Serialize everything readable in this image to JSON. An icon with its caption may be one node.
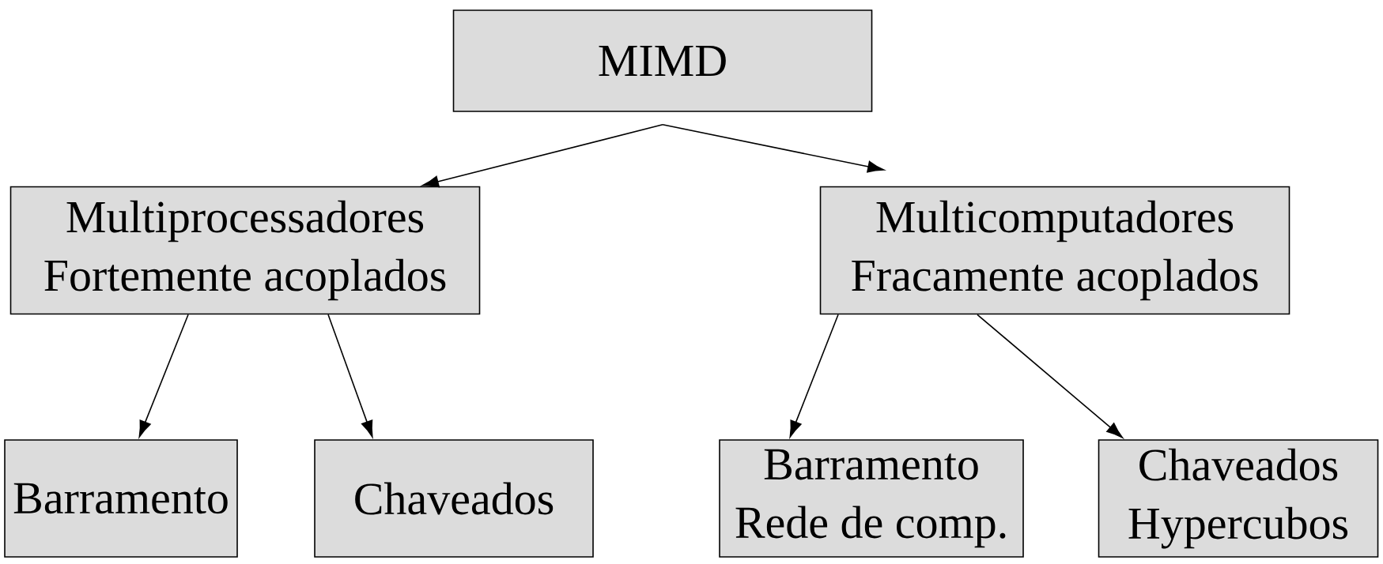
{
  "diagram": {
    "nodes": [
      {
        "text": [
          "MIMD"
        ]
      },
      {
        "text": [
          "Multiprocessadores",
          "Fortemente acoplados"
        ]
      },
      {
        "text": [
          "Multicomputadores",
          "Fracamente acoplados"
        ]
      },
      {
        "text": [
          "Barramento"
        ]
      },
      {
        "text": [
          "Chaveados"
        ]
      },
      {
        "text": [
          "Barramento",
          "Rede de comp."
        ]
      },
      {
        "text": [
          "Chaveados",
          "Hypercubos"
        ]
      }
    ],
    "edges": [
      {
        "from": 0,
        "to": 1,
        "arrow": "to"
      },
      {
        "from": 0,
        "to": 2,
        "arrow": "to"
      },
      {
        "from": 1,
        "to": 3,
        "arrow": "to"
      },
      {
        "from": 1,
        "to": 4,
        "arrow": "to"
      },
      {
        "from": 2,
        "to": 5,
        "arrow": "to"
      },
      {
        "from": 2,
        "to": 6,
        "arrow": "to"
      }
    ]
  }
}
